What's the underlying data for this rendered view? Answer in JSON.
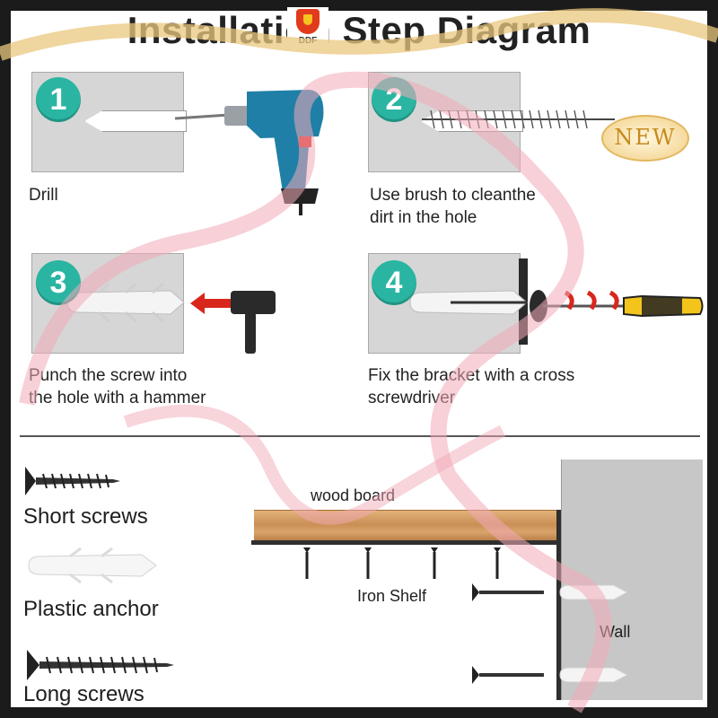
{
  "title": "Installation Step Diagram",
  "logo": {
    "text": "DDF"
  },
  "badge": {
    "text": "NEW"
  },
  "steps": [
    {
      "number": "1",
      "caption_lines": [
        "Drill"
      ]
    },
    {
      "number": "2",
      "caption_lines": [
        "Use brush to cleanthe",
        "dirt in the hole"
      ]
    },
    {
      "number": "3",
      "caption_lines": [
        "Punch the screw into",
        "the hole with a hammer"
      ]
    },
    {
      "number": "4",
      "caption_lines": [
        "Fix the bracket with a cross",
        "screwdriver"
      ]
    }
  ],
  "parts": {
    "short_screws": "Short screws",
    "plastic_anchor": "Plastic anchor",
    "long_screws": "Long screws"
  },
  "assembly": {
    "wood_board": "wood board",
    "iron_shelf": "Iron Shelf",
    "wall": "Wall"
  },
  "colors": {
    "badge_teal": "#2ab5a2",
    "drill_blue": "#1f7fa6",
    "arrow_red": "#d9261c",
    "ribbon_pink": "#f2a9b8",
    "ribbon_gold": "#e9c77e",
    "screwdriver_yellow": "#f3c51b"
  }
}
